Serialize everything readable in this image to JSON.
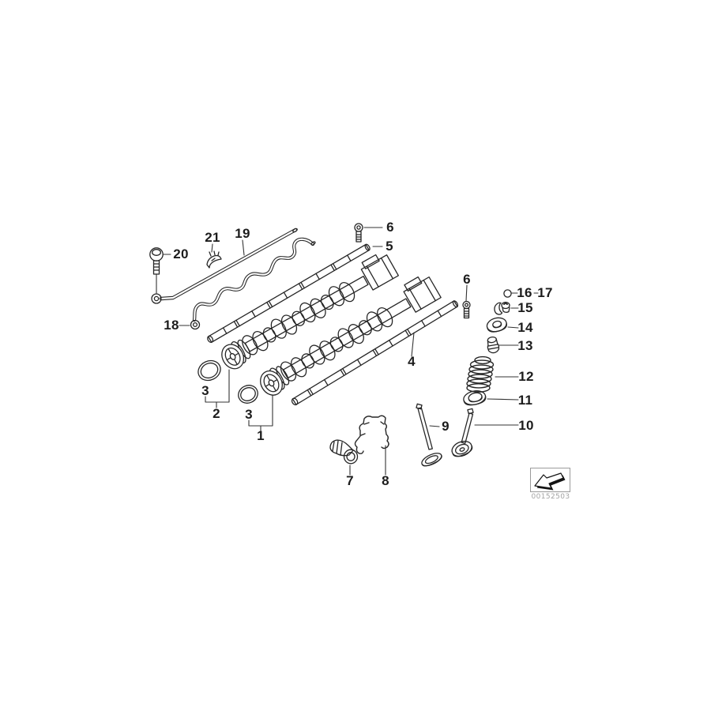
{
  "callouts": {
    "c1": "1",
    "c2": "2",
    "c3a": "3",
    "c3b": "3",
    "c4": "4",
    "c5": "5",
    "c6a": "6",
    "c6b": "6",
    "c7": "7",
    "c8": "8",
    "c9": "9",
    "c10": "10",
    "c11": "11",
    "c12": "12",
    "c13": "13",
    "c14": "14",
    "c15": "15",
    "c16": "16",
    "c17": "17",
    "c18": "18",
    "c19": "19",
    "c20": "20",
    "c21": "21"
  },
  "stamp": {
    "code": "00152503",
    "icon": "down-left-3d-arrow-icon"
  }
}
